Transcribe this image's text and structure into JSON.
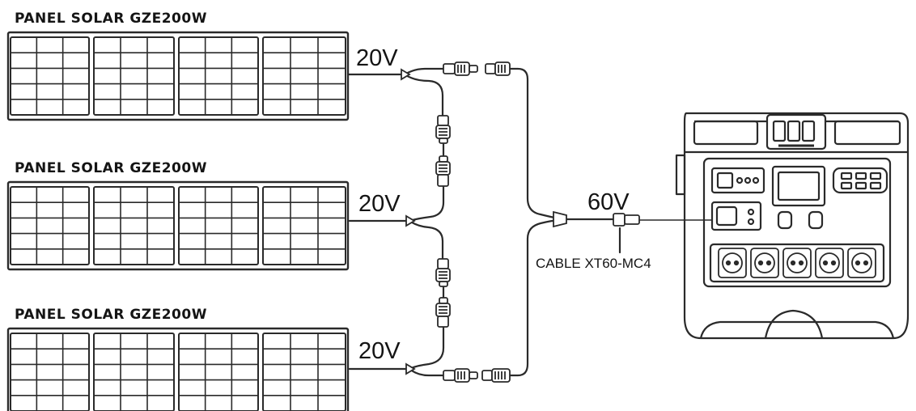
{
  "diagram": {
    "panels": [
      {
        "title": "PANEL SOLAR GZE200W",
        "voltage": "20V"
      },
      {
        "title": "PANEL SOLAR GZE200W",
        "voltage": "20V"
      },
      {
        "title": "PANEL SOLAR GZE200W",
        "voltage": "20V"
      }
    ],
    "output_voltage": "60V",
    "cable_label": "CABLE XT60-MC4",
    "colors": {
      "line": "#2a2a2a",
      "background": "#ffffff"
    }
  }
}
